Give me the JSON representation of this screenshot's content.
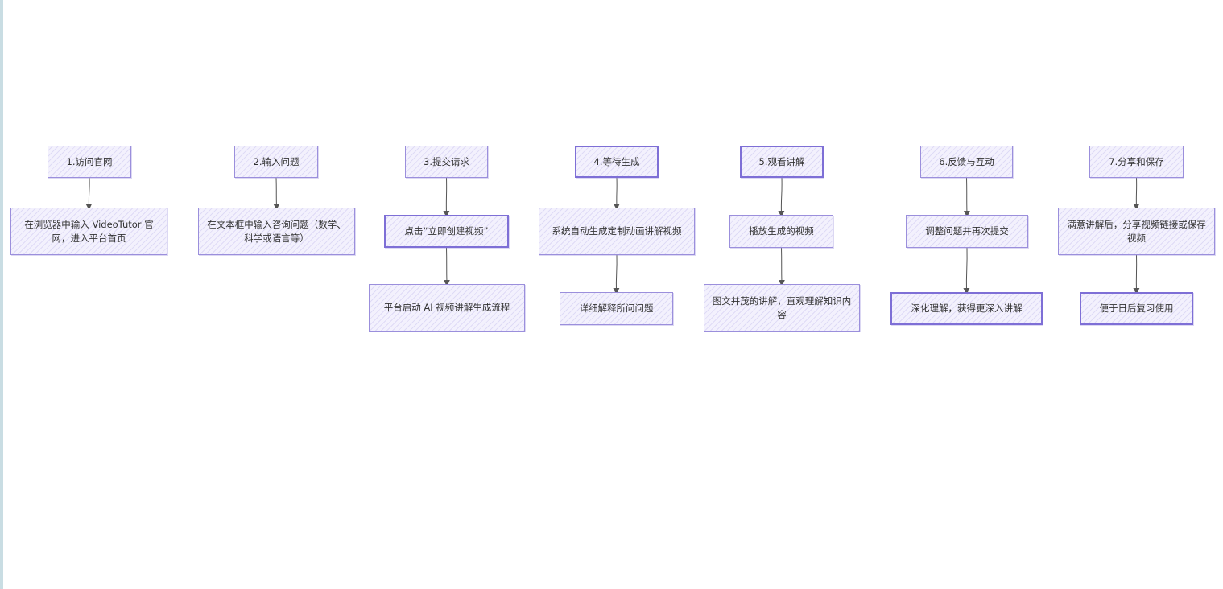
{
  "diagram": {
    "nodes": [
      {
        "id": "s1",
        "text": "1.访问官网"
      },
      {
        "id": "s1a",
        "text": "在浏览器中输入 VideoTutor 官网，进入平台首页"
      },
      {
        "id": "s2",
        "text": "2.输入问题"
      },
      {
        "id": "s2a",
        "text": "在文本框中输入咨询问题（数学、科学或语言等）"
      },
      {
        "id": "s3",
        "text": "3.提交请求"
      },
      {
        "id": "s3a",
        "text": "点击“立即创建视频”"
      },
      {
        "id": "s3b",
        "text": "平台启动 AI 视频讲解生成流程"
      },
      {
        "id": "s4",
        "text": "4.等待生成"
      },
      {
        "id": "s4a",
        "text": "系统自动生成定制动画讲解视频"
      },
      {
        "id": "s4b",
        "text": "详细解释所问问题"
      },
      {
        "id": "s5",
        "text": "5.观看讲解"
      },
      {
        "id": "s5a",
        "text": "播放生成的视频"
      },
      {
        "id": "s5b",
        "text": "图文并茂的讲解，直观理解知识内容"
      },
      {
        "id": "s6",
        "text": "6.反馈与互动"
      },
      {
        "id": "s6a",
        "text": "调整问题并再次提交"
      },
      {
        "id": "s6b",
        "text": "深化理解，获得更深入讲解"
      },
      {
        "id": "s7",
        "text": "7.分享和保存"
      },
      {
        "id": "s7a",
        "text": "满意讲解后，分享视频链接或保存视频"
      },
      {
        "id": "s7b",
        "text": "便于日后复习使用"
      }
    ],
    "edges": [
      {
        "from": "s1",
        "to": "s1a"
      },
      {
        "from": "s2",
        "to": "s2a"
      },
      {
        "from": "s3",
        "to": "s3a"
      },
      {
        "from": "s3a",
        "to": "s3b"
      },
      {
        "from": "s4",
        "to": "s4a"
      },
      {
        "from": "s4a",
        "to": "s4b"
      },
      {
        "from": "s5",
        "to": "s5a"
      },
      {
        "from": "s5a",
        "to": "s5b"
      },
      {
        "from": "s6",
        "to": "s6a"
      },
      {
        "from": "s6a",
        "to": "s6b"
      },
      {
        "from": "s7",
        "to": "s7a"
      },
      {
        "from": "s7a",
        "to": "s7b"
      }
    ],
    "colors": {
      "node_border": "#9b8fdc",
      "node_fill": "#f3f1fd",
      "edge": "#555555",
      "text": "#333333"
    }
  }
}
